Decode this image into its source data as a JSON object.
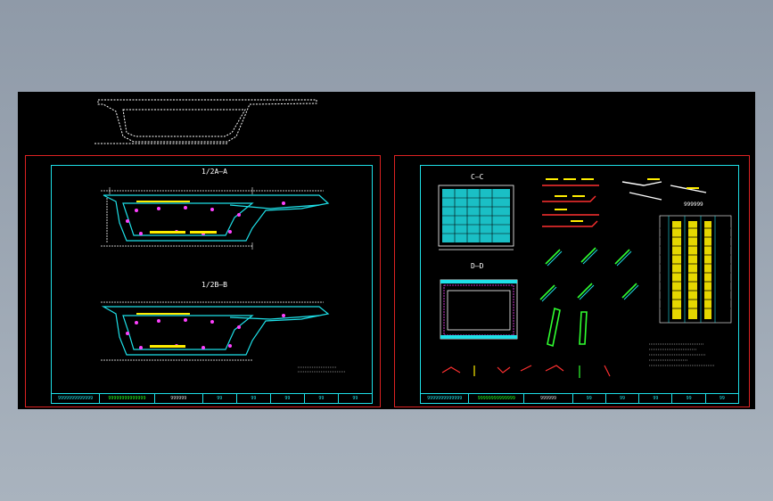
{
  "colors": {
    "background": "#000000",
    "sheet_border": "#dd2222",
    "frame": "#1ee0e8",
    "rebar_white": "#ffffff",
    "rebar_cyan": "#1ee0e8",
    "rebar_magenta": "#ff40ff",
    "rebar_yellow": "#ffee00",
    "rebar_red": "#ff3030",
    "rebar_green": "#30ff30"
  },
  "left_sheet": {
    "section_a_title": "1/2A—A",
    "section_b_title": "1/2B—B",
    "title_block": [
      "9999999999999",
      "99999999999999",
      "999999",
      "99",
      "99",
      "99",
      "99",
      "99"
    ]
  },
  "right_sheet": {
    "section_c_title": "C—C",
    "section_d_title": "D—D",
    "table_title": "999999",
    "title_block": [
      "9999999999999",
      "99999999999999",
      "999999",
      "99",
      "99",
      "99",
      "99",
      "99"
    ]
  }
}
